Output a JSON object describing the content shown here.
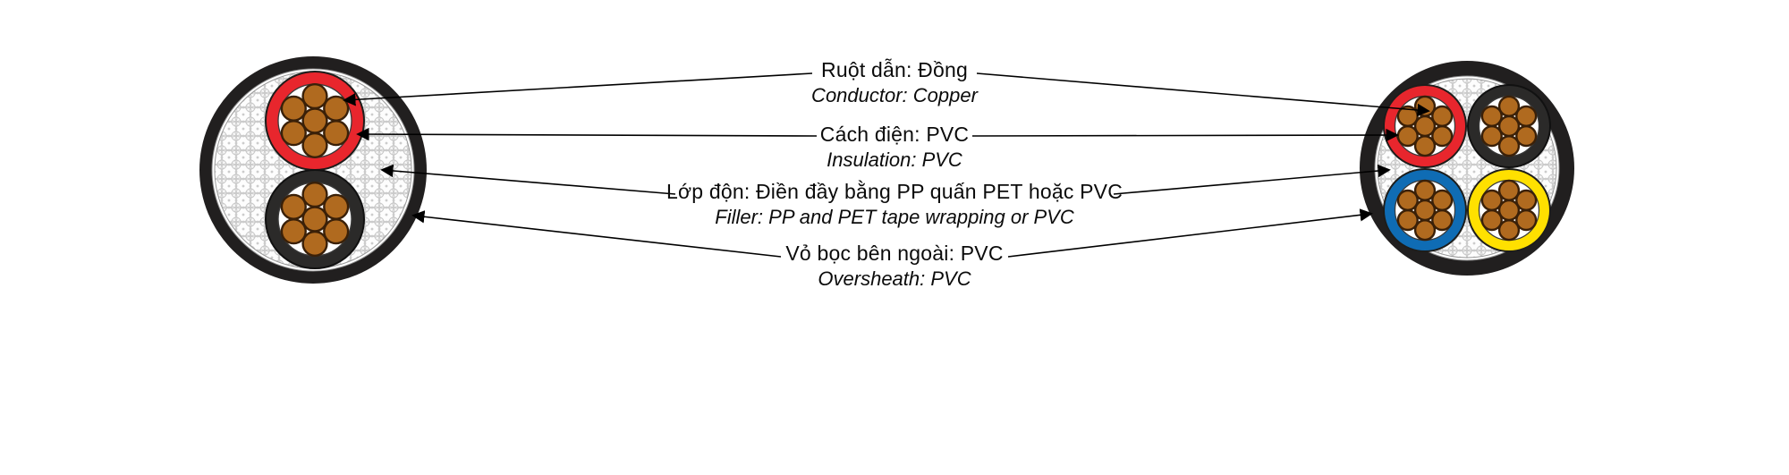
{
  "page": {
    "background": "#ffffff",
    "description_labels_language": "Vietnamese / English"
  },
  "labels": [
    {
      "id": "conductor",
      "vi": "Ruột dẫn: Đồng",
      "en": "Conductor: Copper"
    },
    {
      "id": "insulation",
      "vi": "Cách điện: PVC",
      "en": "Insulation: PVC"
    },
    {
      "id": "filler",
      "vi": "Lớp độn: Điền đầy bằng PP quấn PET hoặc PVC",
      "en": "Filler: PP and PET tape wrapping or PVC"
    },
    {
      "id": "oversheath",
      "vi": "Vỏ bọc bên ngoài: PVC",
      "en": "Oversheath: PVC"
    }
  ],
  "colors": {
    "oversheath": "#211f1f",
    "conductor_copper": "#b06a1f",
    "conductor_outline": "#3a2008",
    "core_red": "#e8262d",
    "core_black": "#2b2a29",
    "core_blue": "#0f6cb4",
    "core_yellow": "#ffe000",
    "filler_pattern": "#c8c8c8",
    "arrow": "#000000"
  },
  "cables": {
    "left": {
      "name": "2-core cable cross-section",
      "cores": [
        "red",
        "black"
      ]
    },
    "right": {
      "name": "4-core cable cross-section",
      "cores": [
        "red",
        "black",
        "blue",
        "yellow"
      ]
    }
  }
}
